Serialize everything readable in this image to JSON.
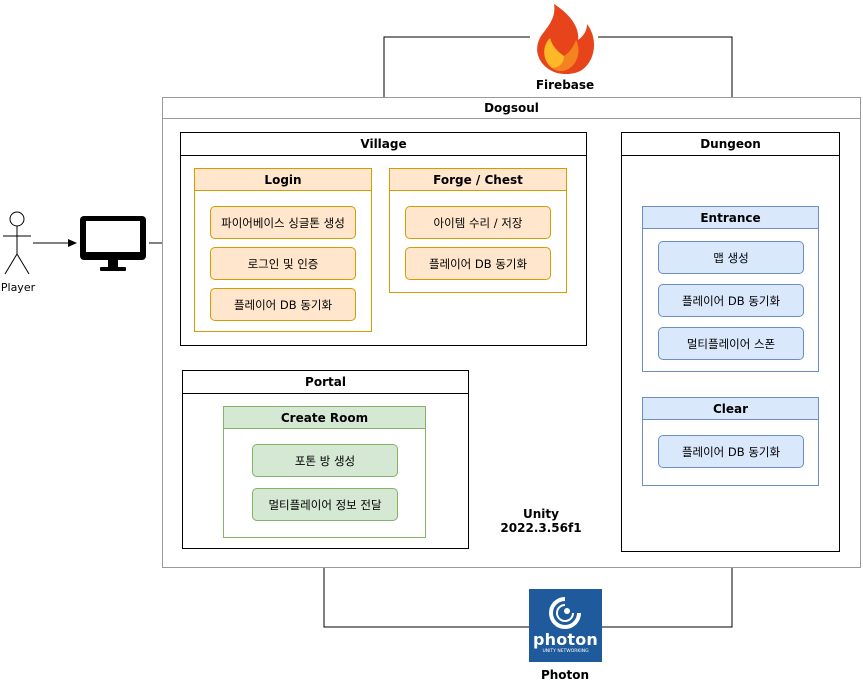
{
  "external": {
    "firebase_label": "Firebase",
    "photon_label": "Photon",
    "photon_logo_text": "photon",
    "photon_logo_sub": "UNITY NETWORKING",
    "player_label": "Player"
  },
  "system": {
    "title": "Dogsoul",
    "engine_line1": "Unity",
    "engine_line2": "2022.3.56f1"
  },
  "village": {
    "title": "Village",
    "login": {
      "title": "Login",
      "items": [
        "파이어베이스 싱글톤 생성",
        "로그인 및 인증",
        "플레이어 DB 동기화"
      ]
    },
    "forge": {
      "title": "Forge / Chest",
      "items": [
        "아이템 수리 / 저장",
        "플레이어 DB 동기화"
      ]
    }
  },
  "portal": {
    "title": "Portal",
    "create_room": {
      "title": "Create Room",
      "items": [
        "포톤 방 생성",
        "멀티플레이어 정보 전달"
      ]
    }
  },
  "dungeon": {
    "title": "Dungeon",
    "entrance": {
      "title": "Entrance",
      "items": [
        "맵 생성",
        "플레이어 DB 동기화",
        "멀티플레이어 스폰"
      ]
    },
    "clear": {
      "title": "Clear",
      "items": [
        "플레이어 DB 동기화"
      ]
    }
  },
  "colors": {
    "firebase_flame_outer": "#e8441b",
    "firebase_flame_inner": "#fcb827",
    "photon_bg": "#1e5a9c"
  }
}
